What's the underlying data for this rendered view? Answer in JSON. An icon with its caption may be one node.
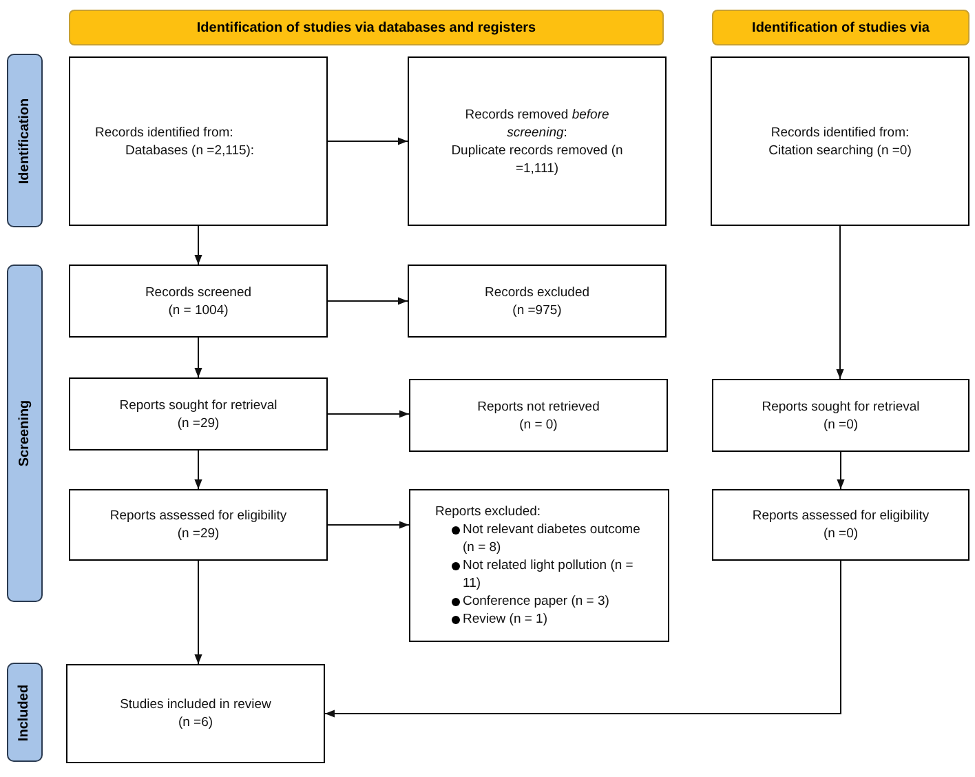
{
  "diagram": {
    "nodes": [
      {
        "text": [
          "Identification of studies via databases and registers"
        ]
      },
      {
        "text": [
          "Identification of studies via"
        ]
      },
      {
        "text": [
          "Identification"
        ]
      },
      {
        "text": [
          "Screening"
        ]
      },
      {
        "text": [
          "Included"
        ]
      },
      {
        "text": [
          "Records identified from:",
          "Databases (n =2,115):"
        ]
      },
      {
        "text": [
          "Records removed *before screening*:",
          "Duplicate records removed (n =1,111)"
        ]
      },
      {
        "text": [
          "Records identified from:",
          "Citation searching (n =0)"
        ]
      },
      {
        "text": [
          "Records screened",
          "(n = 1004)"
        ]
      },
      {
        "text": [
          "Records excluded",
          "(n =975)"
        ]
      },
      {
        "text": [
          "Reports sought for retrieval",
          "(n =29)"
        ]
      },
      {
        "text": [
          "Reports not retrieved",
          "(n = 0)"
        ]
      },
      {
        "text": [
          "Reports sought for retrieval",
          "(n =0)"
        ]
      },
      {
        "text": [
          "Reports assessed for eligibility",
          "(n =29)"
        ]
      },
      {
        "text": [
          "Reports excluded:",
          "Not relevant diabetes outcome (n = 8)",
          "Not related light pollution (n = 11)",
          "Conference paper (n = 3)",
          "Review (n = 1)"
        ]
      },
      {
        "text": [
          "Reports assessed for eligibility",
          "(n =0)"
        ]
      },
      {
        "text": [
          "Studies included in review",
          "(n =6)"
        ]
      }
    ],
    "edges": [
      {
        "from": 5,
        "to": 6,
        "arrow": "to"
      },
      {
        "from": 5,
        "to": 8,
        "arrow": "to"
      },
      {
        "from": 8,
        "to": 9,
        "arrow": "to"
      },
      {
        "from": 8,
        "to": 10,
        "arrow": "to"
      },
      {
        "from": 10,
        "to": 11,
        "arrow": "to"
      },
      {
        "from": 10,
        "to": 13,
        "arrow": "to"
      },
      {
        "from": 13,
        "to": 14,
        "arrow": "to"
      },
      {
        "from": 13,
        "to": 16,
        "arrow": "to"
      },
      {
        "from": 7,
        "to": 12,
        "arrow": "to"
      },
      {
        "from": 12,
        "to": 15,
        "arrow": "to"
      },
      {
        "from": 15,
        "to": 16,
        "arrow": "to"
      }
    ]
  }
}
